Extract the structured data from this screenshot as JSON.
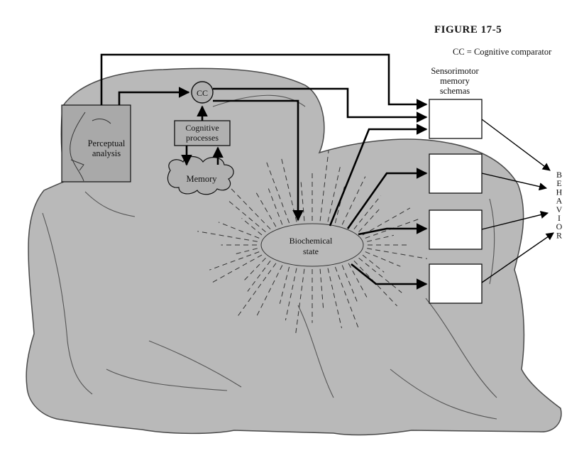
{
  "figure_label": "FIGURE 17-5",
  "legend": "CC = Cognitive comparator",
  "nodes": {
    "cc": "CC",
    "perceptual": [
      "Perceptual",
      "analysis"
    ],
    "cognitive": [
      "Cognitive",
      "processes"
    ],
    "memory": "Memory",
    "biochemical": [
      "Biochemical",
      "state"
    ],
    "sensorimotor": [
      "Sensorimotor",
      "memory",
      "schemas"
    ]
  },
  "behavior": [
    "B",
    "E",
    "H",
    "A",
    "V",
    "I",
    "O",
    "R"
  ],
  "colors": {
    "figure_fill": "#b9b9b9",
    "figure_stroke": "#4a4a4a",
    "arrow": "#000000",
    "box_fill": "#ffffff"
  }
}
